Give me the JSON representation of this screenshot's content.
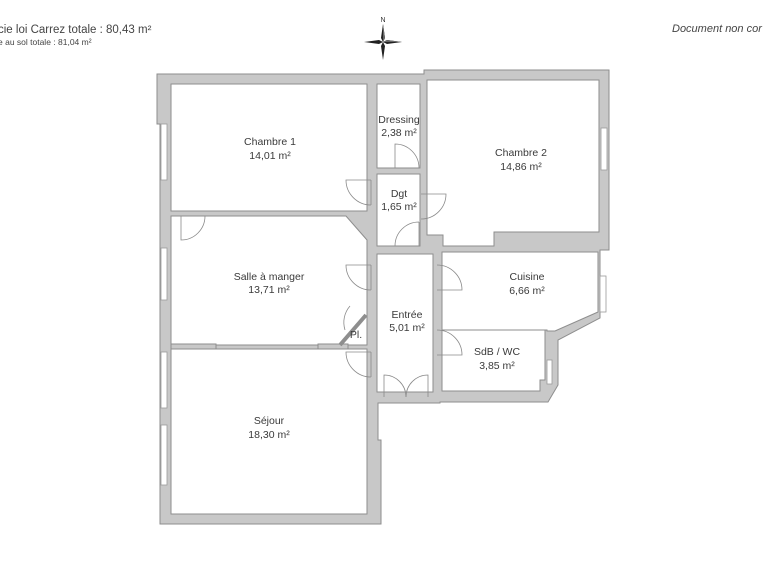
{
  "header": {
    "carrez_total_label": "cie loi Carrez totale :  80,43 m²",
    "floor_total_label": "e au sol totale : 81,04 m²",
    "disclaimer": "Document non cor"
  },
  "compass": {
    "north_label": "N",
    "icon": "compass-rose-icon"
  },
  "colors": {
    "wall_fill": "#c8c8c8",
    "wall_stroke": "#8e8e8e",
    "room_fill": "#ffffff",
    "text": "#3a3a3a"
  },
  "rooms": [
    {
      "id": "chambre1",
      "name": "Chambre 1",
      "area": "14,01 m²"
    },
    {
      "id": "dressing",
      "name": "Dressing",
      "area": "2,38 m²"
    },
    {
      "id": "dgt",
      "name": "Dgt",
      "area": "1,65 m²"
    },
    {
      "id": "chambre2",
      "name": "Chambre 2",
      "area": "14,86 m²"
    },
    {
      "id": "salle",
      "name": "Salle à manger",
      "area": "13,71 m²"
    },
    {
      "id": "entree",
      "name": "Entrée",
      "area": "5,01 m²"
    },
    {
      "id": "cuisine",
      "name": "Cuisine",
      "area": "6,66 m²"
    },
    {
      "id": "sdb",
      "name": "SdB / WC",
      "area": "3,85 m²"
    },
    {
      "id": "sejour",
      "name": "Séjour",
      "area": "18,30 m²"
    },
    {
      "id": "placard",
      "name": "Pl.",
      "area": ""
    }
  ]
}
